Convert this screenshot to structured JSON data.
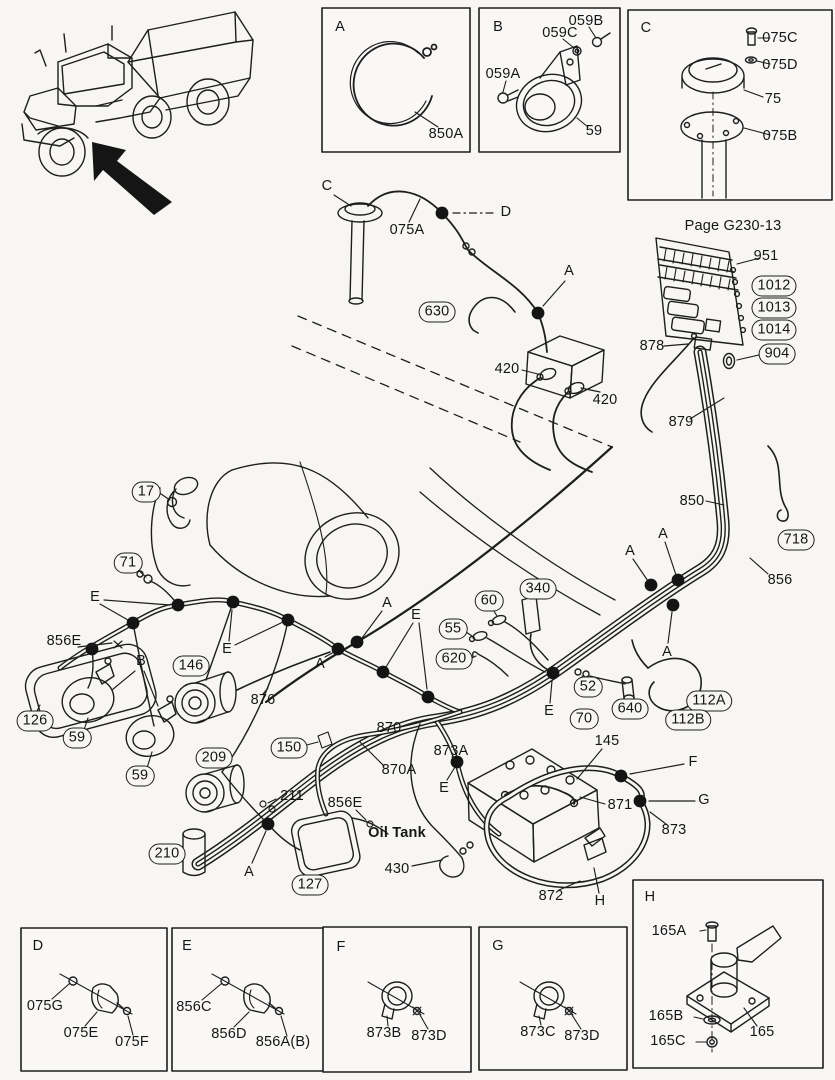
{
  "colors": {
    "line": "#1e1e1e",
    "background": "#f7f6f3"
  },
  "letters": {
    "A": "A",
    "B": "B",
    "C": "C",
    "D": "D",
    "E": "E",
    "F": "F",
    "G": "G",
    "H": "H"
  },
  "labels": {
    "850A": "850A",
    "059A": "059A",
    "059B": "059B",
    "059C": "059C",
    "59": "59",
    "075A": "075A",
    "075B": "075B",
    "075C": "075C",
    "075D": "075D",
    "075E": "075E",
    "075F": "075F",
    "075G": "075G",
    "75": "75",
    "page_ref": "Page G230-13",
    "951": "951",
    "1012": "1012",
    "1013": "1013",
    "1014": "1014",
    "904": "904",
    "878": "878",
    "879": "879",
    "420": "420",
    "630": "630",
    "850": "850",
    "718": "718",
    "856": "856",
    "856C": "856C",
    "856D": "856D",
    "856E": "856E",
    "856AB": "856A(B)",
    "17": "17",
    "71": "71",
    "126": "126",
    "146": "146",
    "876": "876",
    "209": "209",
    "150": "150",
    "210": "210",
    "127": "127",
    "211": "211",
    "870": "870",
    "870A": "870A",
    "873A": "873A",
    "340": "340",
    "60": "60",
    "55": "55",
    "620": "620",
    "52": "52",
    "640": "640",
    "70": "70",
    "112A": "112A",
    "112B": "112B",
    "145": "145",
    "871": "871",
    "872": "872",
    "873": "873",
    "873B": "873B",
    "873C": "873C",
    "873D": "873D",
    "430": "430",
    "165": "165",
    "165A": "165A",
    "165B": "165B",
    "165C": "165C",
    "oil_tank": "Oil Tank"
  }
}
